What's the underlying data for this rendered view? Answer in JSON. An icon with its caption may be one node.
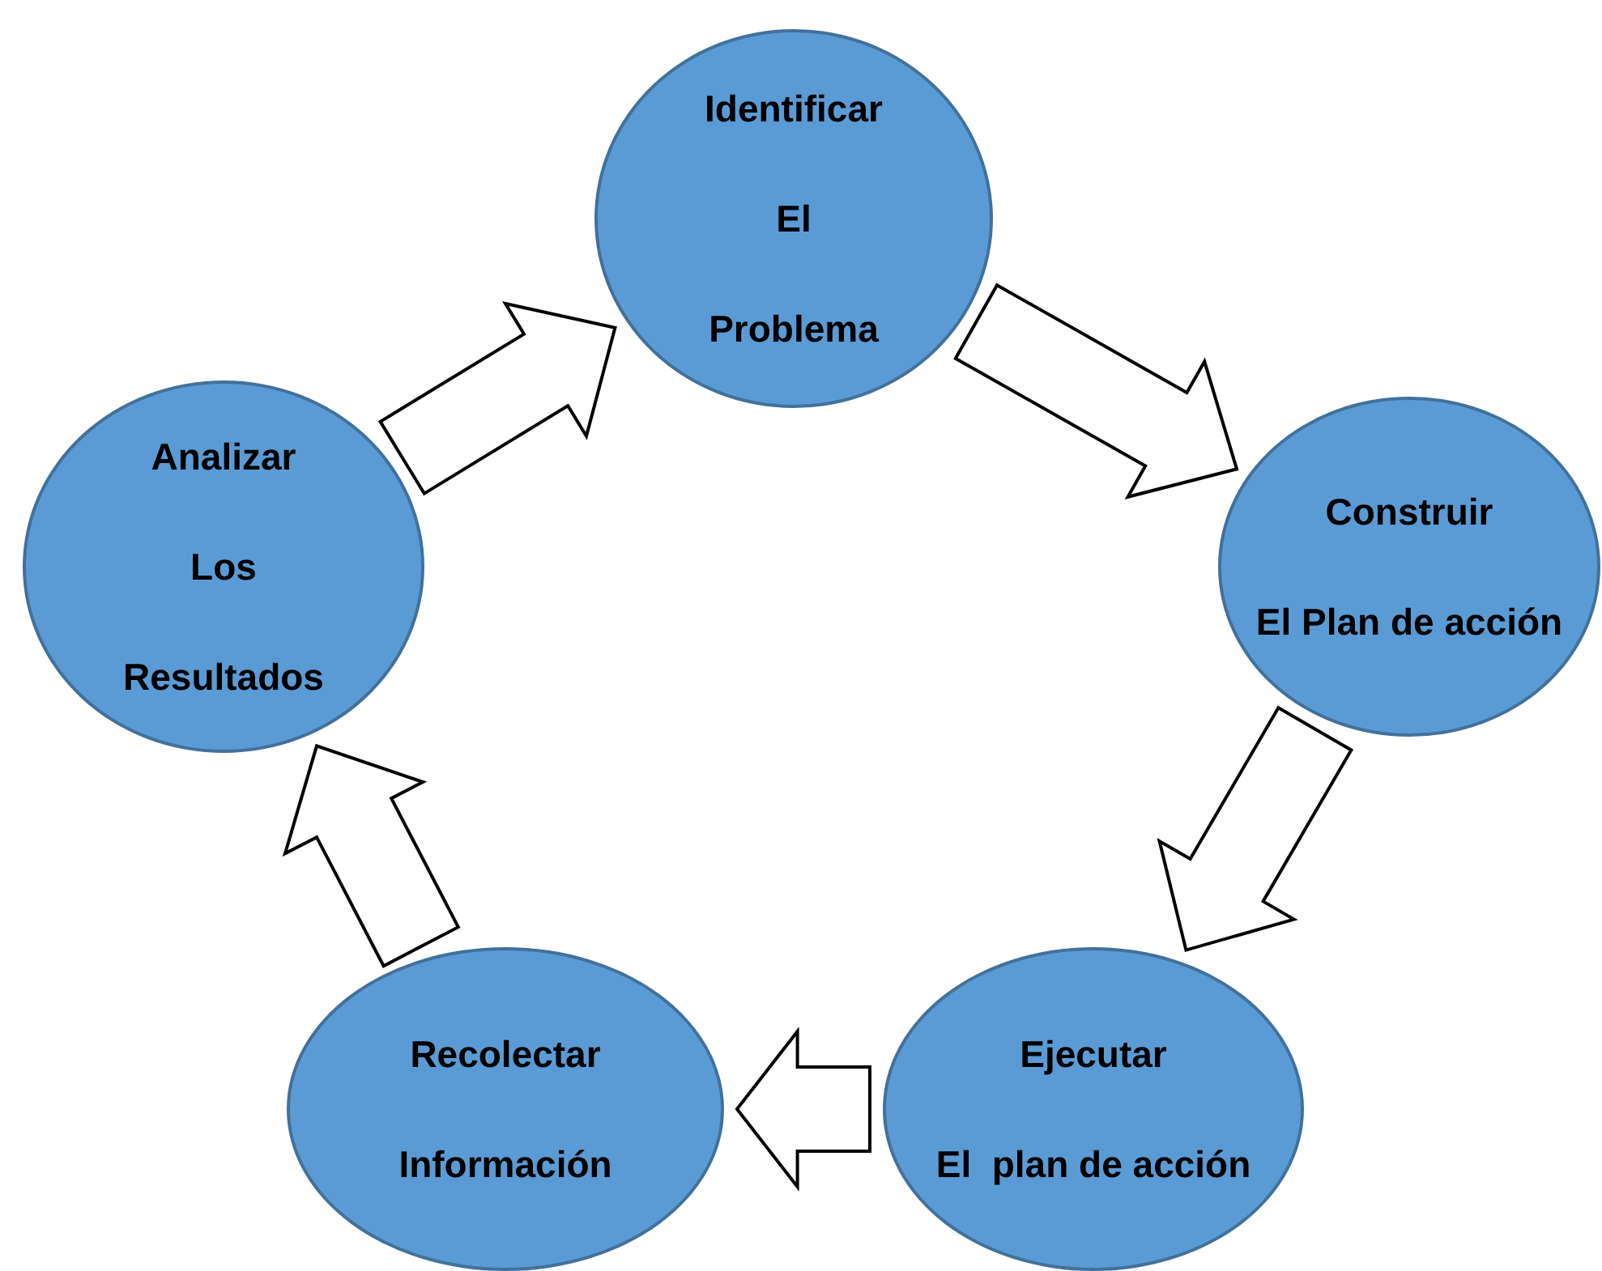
{
  "diagram": {
    "nodes": [
      {
        "text": [
          "Identificar",
          "El",
          "Problema"
        ]
      },
      {
        "text": [
          "Construir",
          "El Plan de acción"
        ]
      },
      {
        "text": [
          "Ejecutar",
          "El  plan de acción"
        ]
      },
      {
        "text": [
          "Recolectar",
          "Información"
        ]
      },
      {
        "text": [
          "Analizar",
          "Los",
          "Resultados"
        ]
      }
    ],
    "edges": [
      {
        "from": 0,
        "to": 1,
        "arrow": "to"
      },
      {
        "from": 1,
        "to": 2,
        "arrow": "to"
      },
      {
        "from": 2,
        "to": 3,
        "arrow": "to"
      },
      {
        "from": 3,
        "to": 4,
        "arrow": "to"
      },
      {
        "from": 4,
        "to": 0,
        "arrow": "to"
      }
    ]
  }
}
